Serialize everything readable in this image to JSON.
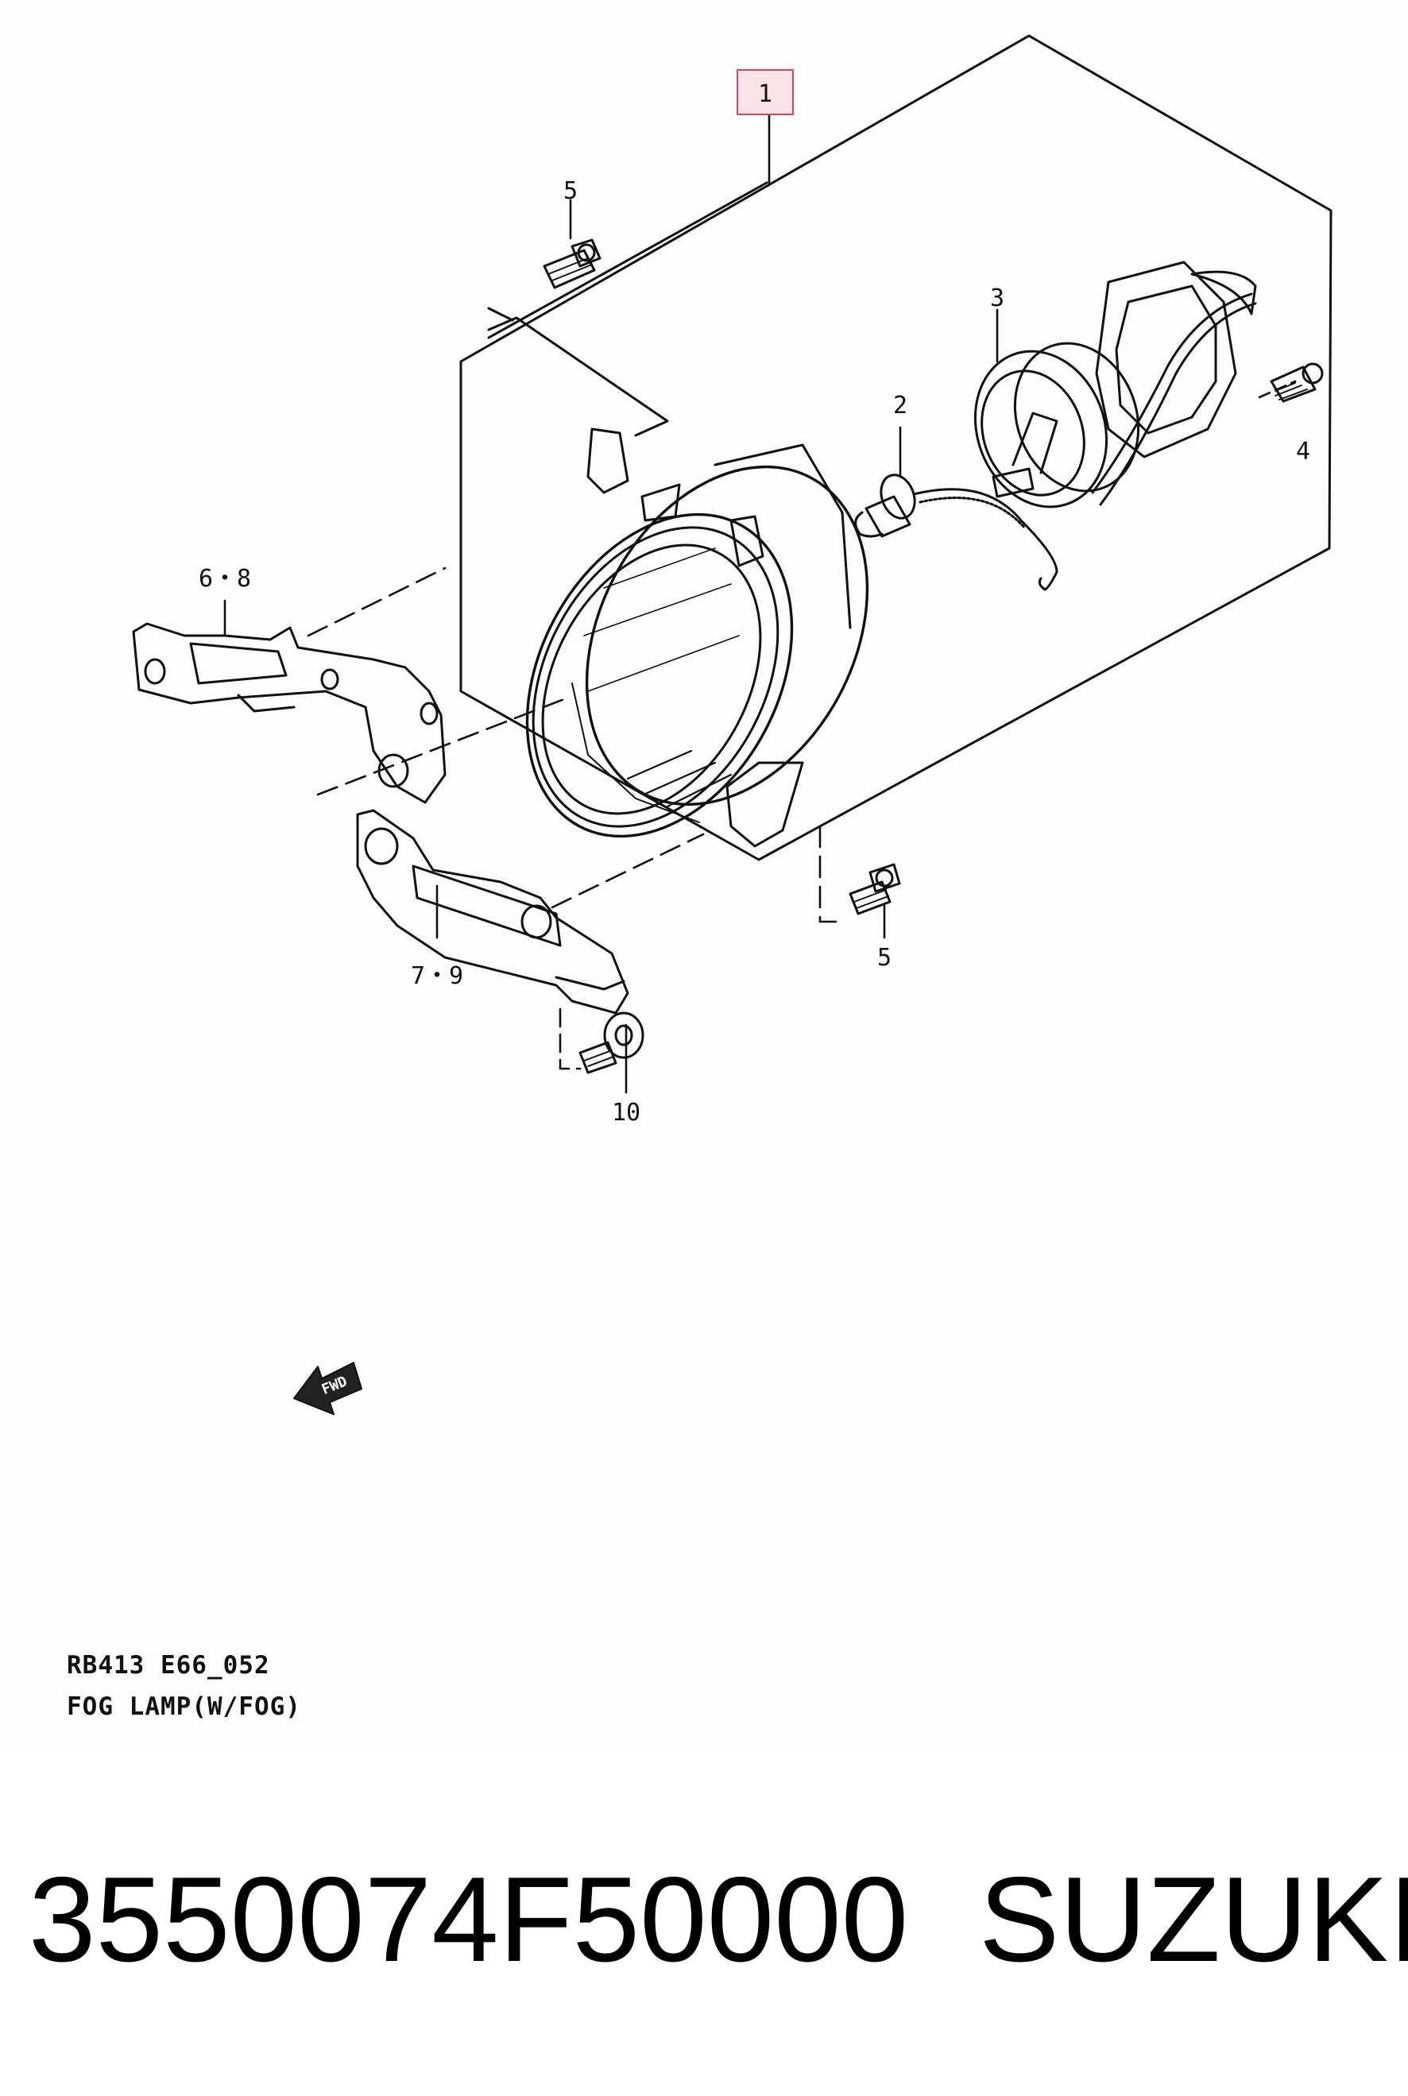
{
  "callouts": {
    "c1": "1",
    "c2": "2",
    "c3": "3",
    "c4": "4",
    "c5a": "5",
    "c5b": "5",
    "c68": "6・8",
    "c79": "7・9",
    "c10": "10"
  },
  "fwd_label": "FWD",
  "footer": {
    "code": "RB413 E66_052",
    "title": "FOG LAMP(W/FOG)"
  },
  "caption": {
    "part_number": "3550074F50000",
    "brand": "SUZUKI"
  },
  "colors": {
    "highlight_fill": "#fbe3e8",
    "highlight_stroke": "#d0485f",
    "line": "#111111"
  }
}
